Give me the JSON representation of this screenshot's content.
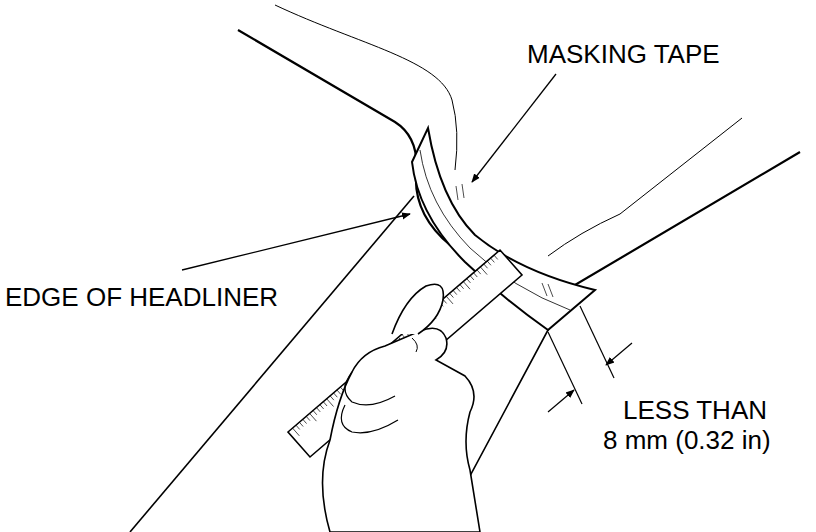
{
  "diagram": {
    "labels": [
      "MASKING TAPE",
      "EDGE OF HEADLINER",
      "LESS THAN 8 mm (0.32 in)"
    ]
  }
}
